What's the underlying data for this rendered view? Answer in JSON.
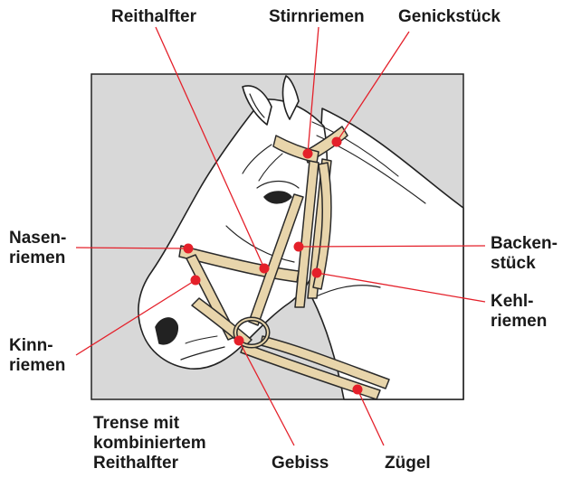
{
  "labels": {
    "reithalfter": "Reithalfter",
    "stirnriemen": "Stirnriemen",
    "genickstueck": "Genickstück",
    "nasenriemen": [
      "Nasen-",
      "riemen"
    ],
    "kinnriemen": [
      "Kinn-",
      "riemen"
    ],
    "backenstueck": [
      "Backen-",
      "stück"
    ],
    "kehlriemen": [
      "Kehl-",
      "riemen"
    ],
    "gebiss": "Gebiss",
    "zuegel": "Zügel"
  },
  "caption": [
    "Trense mit",
    "kombiniertem",
    "Reithalfter"
  ],
  "colors": {
    "marker": "#e4202a",
    "leader_line": "#e4202a",
    "tack": "#e8d5ab",
    "tack_outline": "#2a2a2a",
    "panel_bg": "#d8d8d8",
    "text": "#1a1a1a"
  }
}
